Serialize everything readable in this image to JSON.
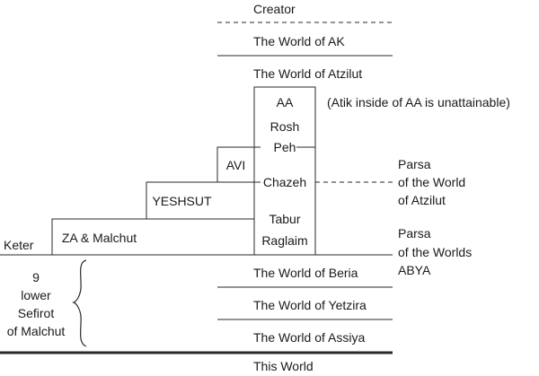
{
  "labels": {
    "creator": "Creator",
    "world_ak": "The World of AK",
    "world_atzilut": "The World of Atzilut",
    "aa": "AA",
    "atik_note": "(Atik inside of AA is unattainable)",
    "rosh": "Rosh",
    "peh": "Peh",
    "avi": "AVI",
    "chazeh": "Chazeh",
    "parsa_atzilut_1": "Parsa",
    "parsa_atzilut_2": "of the World",
    "parsa_atzilut_3": "of Atzilut",
    "yeshsut": "YESHSUT",
    "tabur": "Tabur",
    "za_malchut": "ZA & Malchut",
    "raglaim": "Raglaim",
    "keter": "Keter",
    "parsa_abya_1": "Parsa",
    "parsa_abya_2": "of the Worlds",
    "parsa_abya_3": "ABYA",
    "lower_1": "9",
    "lower_2": "lower",
    "lower_3": "Sefirot",
    "lower_4": "of Malchut",
    "world_beria": "The World of Beria",
    "world_yetzira": "The World of Yetzira",
    "world_assiya": "The World of Assiya",
    "this_world": "This World"
  }
}
